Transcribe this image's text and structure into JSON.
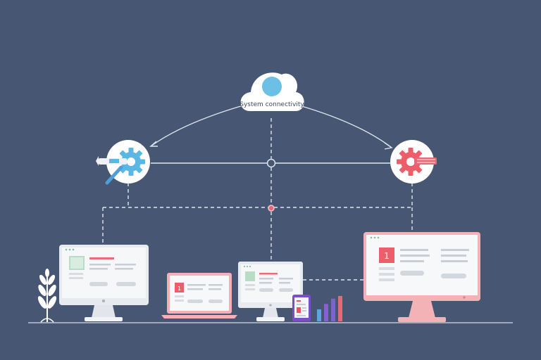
{
  "cloud": {
    "label": "System connectivity",
    "accent": "#6cc0e5"
  },
  "nodes": [
    {
      "name": "settings-gear-blue",
      "icon": "gear-icon",
      "accent": "#5ab6e2"
    },
    {
      "name": "settings-gear-red",
      "icon": "gear-icon",
      "accent": "#ec5f6a"
    }
  ],
  "devices": [
    {
      "name": "desktop-monitor-left",
      "kind": "monitor",
      "accent": "#7fc3a1"
    },
    {
      "name": "laptop-center-left",
      "kind": "laptop",
      "accent": "#ec6c76"
    },
    {
      "name": "desktop-monitor-center",
      "kind": "monitor",
      "accent": "#7fc3a1"
    },
    {
      "name": "smartphone",
      "kind": "phone",
      "accent": "#e8555f"
    },
    {
      "name": "desktop-monitor-right",
      "kind": "monitor",
      "accent": "#ec6c76"
    }
  ],
  "palette": {
    "background": "#465673",
    "line": "#dfe5ee",
    "screen_light": "#f4f6f9",
    "panel_gray": "#c9ced6",
    "pink_frame": "#f3b2b6",
    "purple": "#8a5fd0",
    "blue": "#5aa6e0",
    "red": "#e46a7b"
  },
  "bars": [
    {
      "color": "#5aa6e0",
      "value": 0.45
    },
    {
      "color": "#8a5fd0",
      "value": 0.65
    },
    {
      "color": "#7a66c9",
      "value": 0.85
    },
    {
      "color": "#e46a7b",
      "value": 0.95
    }
  ]
}
